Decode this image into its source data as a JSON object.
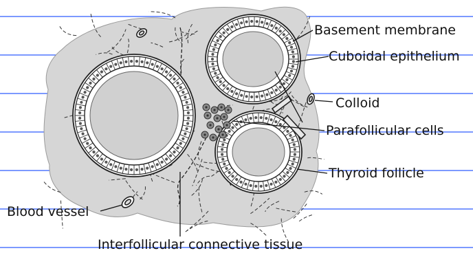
{
  "diagram": {
    "labels": {
      "basement_membrane": "Basement membrane",
      "cuboidal_epithelium": "Cuboidal epithelium",
      "colloid": "Colloid",
      "parafollicular_cells": "Parafollicular cells",
      "thyroid_follicle": "Thyroid follicle",
      "blood_vessel": "Blood vessel",
      "interfollicular_connective_tissue": "Interfollicular connective tissue"
    },
    "colors": {
      "tissue": "#d6d6d6",
      "colloid": "#d0d0d0",
      "ruled_line": "#2e5cff",
      "outline": "#222222"
    }
  }
}
